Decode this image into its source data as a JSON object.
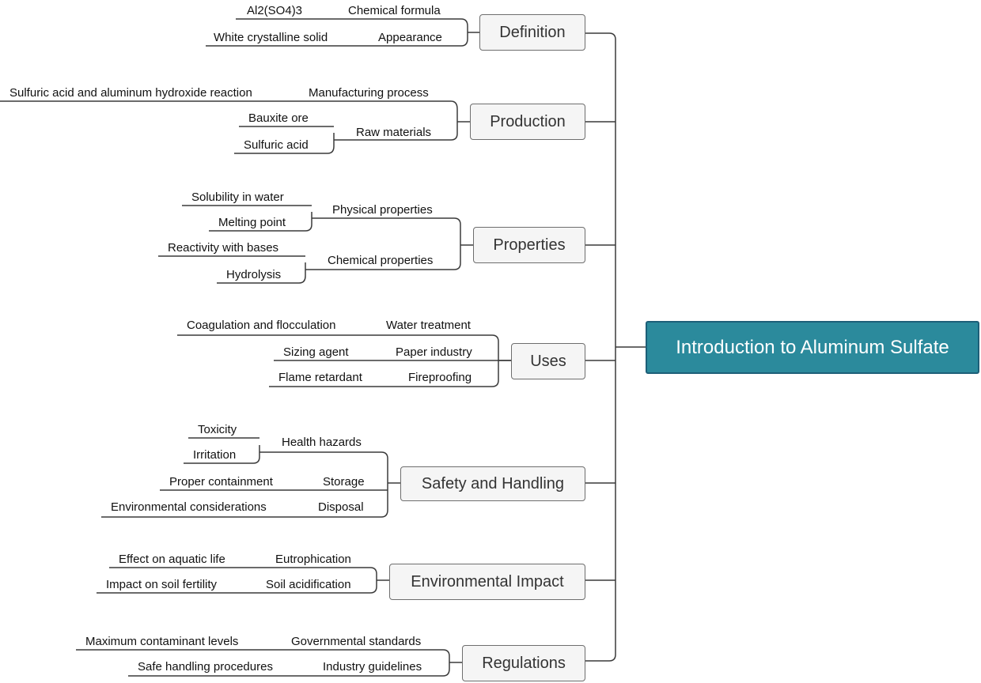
{
  "root": {
    "label": "Introduction to Aluminum Sulfate"
  },
  "branches": [
    {
      "label": "Definition",
      "children": [
        {
          "label": "Chemical formula",
          "children": [
            {
              "label": "Al2(SO4)3"
            }
          ]
        },
        {
          "label": "Appearance",
          "children": [
            {
              "label": "White crystalline solid"
            }
          ]
        }
      ]
    },
    {
      "label": "Production",
      "children": [
        {
          "label": "Manufacturing process",
          "children": [
            {
              "label": "Sulfuric acid and aluminum hydroxide reaction"
            }
          ]
        },
        {
          "label": "Raw materials",
          "children": [
            {
              "label": "Bauxite ore"
            },
            {
              "label": "Sulfuric acid"
            }
          ]
        }
      ]
    },
    {
      "label": "Properties",
      "children": [
        {
          "label": "Physical properties",
          "children": [
            {
              "label": "Solubility in water"
            },
            {
              "label": "Melting point"
            }
          ]
        },
        {
          "label": "Chemical properties",
          "children": [
            {
              "label": "Reactivity with bases"
            },
            {
              "label": "Hydrolysis"
            }
          ]
        }
      ]
    },
    {
      "label": "Uses",
      "children": [
        {
          "label": "Water treatment",
          "children": [
            {
              "label": "Coagulation and flocculation"
            }
          ]
        },
        {
          "label": "Paper industry",
          "children": [
            {
              "label": "Sizing agent"
            }
          ]
        },
        {
          "label": "Fireproofing",
          "children": [
            {
              "label": "Flame retardant"
            }
          ]
        }
      ]
    },
    {
      "label": "Safety and Handling",
      "children": [
        {
          "label": "Health hazards",
          "children": [
            {
              "label": "Toxicity"
            },
            {
              "label": "Irritation"
            }
          ]
        },
        {
          "label": "Storage",
          "children": [
            {
              "label": "Proper containment"
            }
          ]
        },
        {
          "label": "Disposal",
          "children": [
            {
              "label": "Environmental considerations"
            }
          ]
        }
      ]
    },
    {
      "label": "Environmental Impact",
      "children": [
        {
          "label": "Eutrophication",
          "children": [
            {
              "label": "Effect on aquatic life"
            }
          ]
        },
        {
          "label": "Soil acidification",
          "children": [
            {
              "label": "Impact on soil fertility"
            }
          ]
        }
      ]
    },
    {
      "label": "Regulations",
      "children": [
        {
          "label": "Governmental standards",
          "children": [
            {
              "label": "Maximum contaminant levels"
            }
          ]
        },
        {
          "label": "Industry guidelines",
          "children": [
            {
              "label": "Safe handling procedures"
            }
          ]
        }
      ]
    }
  ]
}
